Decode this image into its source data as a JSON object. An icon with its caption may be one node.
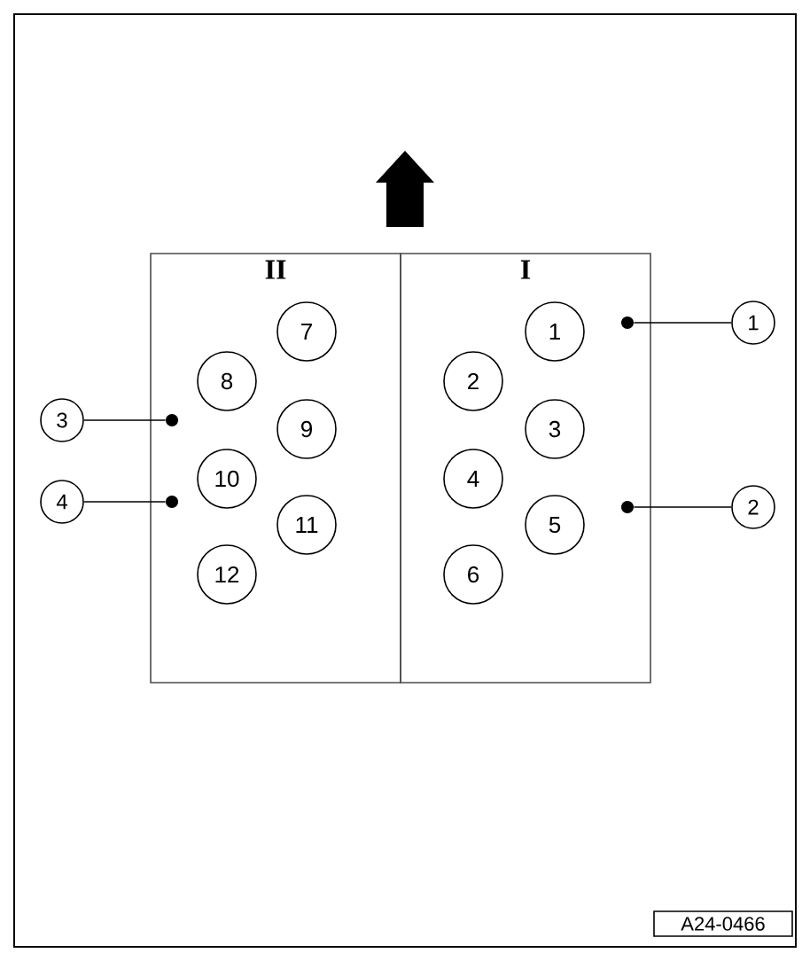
{
  "diagram": {
    "nodes": [
      {
        "text": [
          "II"
        ]
      },
      {
        "text": [
          "I"
        ]
      },
      {
        "text": [
          "7"
        ],
        "in": 0
      },
      {
        "text": [
          "8"
        ],
        "in": 0
      },
      {
        "text": [
          "9"
        ],
        "in": 0
      },
      {
        "text": [
          "10"
        ],
        "in": 0
      },
      {
        "text": [
          "11"
        ],
        "in": 0
      },
      {
        "text": [
          "12"
        ],
        "in": 0
      },
      {
        "text": [
          "1"
        ],
        "in": 1
      },
      {
        "text": [
          "2"
        ],
        "in": 1
      },
      {
        "text": [
          "3"
        ],
        "in": 1
      },
      {
        "text": [
          "4"
        ],
        "in": 1
      },
      {
        "text": [
          "5"
        ],
        "in": 1
      },
      {
        "text": [
          "6"
        ],
        "in": 1
      },
      {
        "text": [
          "1"
        ]
      },
      {
        "text": [
          "2"
        ]
      },
      {
        "text": [
          "3"
        ]
      },
      {
        "text": [
          "4"
        ]
      },
      {
        "text": [],
        "shape": "dot",
        "in": 1
      },
      {
        "text": [],
        "shape": "dot",
        "in": 1
      },
      {
        "text": [],
        "shape": "dot",
        "in": 0
      },
      {
        "text": [],
        "shape": "dot",
        "in": 0
      },
      {
        "text": [
          "A24-0466"
        ]
      }
    ],
    "edges": [
      {
        "from": 14,
        "to": 18,
        "arrow": "none"
      },
      {
        "from": 15,
        "to": 19,
        "arrow": "none"
      },
      {
        "from": 16,
        "to": 20,
        "arrow": "none"
      },
      {
        "from": 17,
        "to": 21,
        "arrow": "none"
      }
    ]
  }
}
